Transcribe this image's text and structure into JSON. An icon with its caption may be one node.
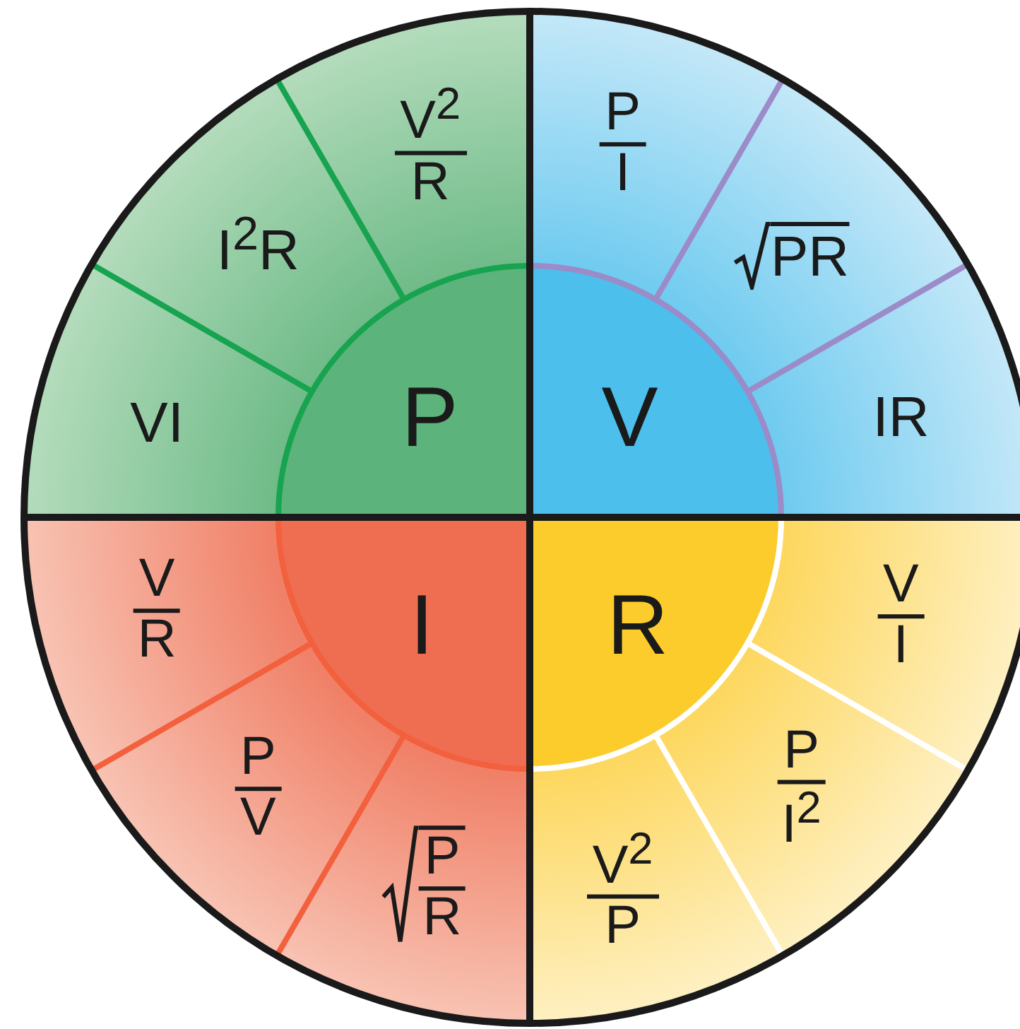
{
  "diagram": {
    "nodes": [
      {
        "text": [
          "P"
        ]
      },
      {
        "text": [
          "V$^{2}$",
          "R"
        ]
      },
      {
        "text": [
          "I$^{2}$R"
        ]
      },
      {
        "text": [
          "VI"
        ]
      },
      {
        "text": [
          "V"
        ]
      },
      {
        "text": [
          "P",
          "I"
        ]
      },
      {
        "text": [
          "PR"
        ]
      },
      {
        "text": [
          "IR"
        ]
      },
      {
        "text": [
          "I"
        ]
      },
      {
        "text": [
          "V",
          "R"
        ]
      },
      {
        "text": [
          "P",
          "V"
        ]
      },
      {
        "text": [
          "P",
          "R"
        ]
      },
      {
        "text": [
          "R"
        ]
      },
      {
        "text": [
          "V",
          "I"
        ]
      },
      {
        "text": [
          "P",
          "I$^{2}$"
        ]
      },
      {
        "text": [
          "V$^{2}$",
          "P"
        ]
      }
    ]
  }
}
